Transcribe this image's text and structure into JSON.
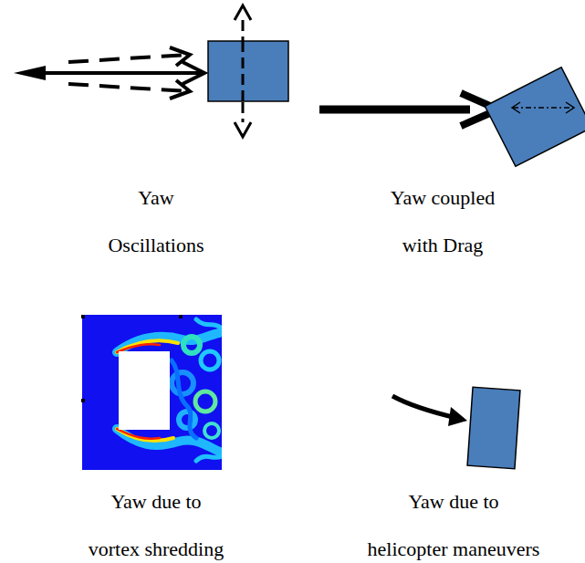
{
  "diagram": {
    "labels": [
      "Yaw Oscillations",
      "Yaw coupled with Drag",
      "Yaw due to vortex shredding",
      "Yaw due to helicopter maneuvers"
    ]
  }
}
